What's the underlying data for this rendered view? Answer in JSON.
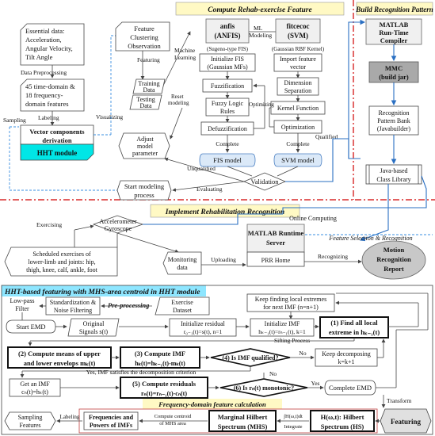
{
  "sections": {
    "compute": "Compute Rehab-exercise Feature",
    "build": "Build Recognition Pattern",
    "implement": "Implement Rehabilitation Recognition",
    "hht_title": "HHT-based featuring with MHS-area centroid in HHT module",
    "freq_calc": "Frequency-domain feature calculation"
  },
  "top": {
    "essential": [
      "Essential data:",
      "Acceleration,",
      "Angular Velocity,",
      "Tilt Angle"
    ],
    "data_preprocessing": "Data Preprocessing",
    "features45": [
      "45 time-domain &",
      "18 frequency-",
      "domain features"
    ],
    "labeling": "Labeling",
    "vector": [
      "Vector components",
      "derivation"
    ],
    "hht_module": "HHT module",
    "sampling": "Sampling",
    "visualizing": "Visualizing",
    "feature_clustering": [
      "Feature",
      "Clustering",
      "Observation"
    ],
    "featuring": "Featuring",
    "machine_learning": [
      "Machine",
      "Learning"
    ],
    "training": [
      "Training",
      "Data"
    ],
    "testing": [
      "Testing",
      "Data"
    ],
    "reset": [
      "Reset",
      "modeling"
    ],
    "adjust": [
      "Adjust",
      "model",
      "parameter"
    ],
    "start_modeling": [
      "Start modeling",
      "process"
    ],
    "unqualified": "Unqualified",
    "evaluating": "Evaluating",
    "anfis": [
      "anfis",
      "(ANFIS)"
    ],
    "ml_modeling": [
      "ML",
      "Modeling"
    ],
    "fitcecoc": [
      "fitcecoc",
      "(SVM)"
    ],
    "sugeno": "(Sugeno-type FIS)",
    "gaussian_rbf": "(Gaussian RBF Kernel)",
    "init_fis": [
      "Initialize FIS",
      "(Gaussian MFs)"
    ],
    "import_fv": [
      "Import feature",
      "vector"
    ],
    "fuzzification": "Fuzzification",
    "dimension": [
      "Dimension",
      "Separation"
    ],
    "fuzzy_rules": [
      "Fuzzy Logic",
      "Rules"
    ],
    "kernel": "Kernel Function",
    "optimizing": "Optimizing",
    "defuzz": "Defuzzification",
    "optimization": "Optimization",
    "complete": "Complete",
    "fis_model": "FIS model",
    "svm_model": "SVM model",
    "validation": "Validation",
    "qualified": "Qualified",
    "matlab_compiler": [
      "MATLAB",
      "Run-Time",
      "Compiler"
    ],
    "mmc": [
      "MMC",
      "(build jar)"
    ],
    "pattern_bank": [
      "Recognition",
      "Pattern Bank",
      "(Javabuilder)"
    ],
    "java_lib": [
      "Java-based",
      "Class Library"
    ]
  },
  "mid": {
    "exercising": "Exercising",
    "accel": [
      "Accelerometer",
      "Gyroscope"
    ],
    "online": "Online Computing",
    "feat_sel": "Feature Selection & Recognition",
    "matlab_server": [
      "MATLAB Runtime",
      "Server"
    ],
    "prr_home": "PRR Home",
    "scheduled": [
      "Scheduled exercises of",
      "lower-limb and joints: hip,",
      "thigh, knee, calf, ankle, foot"
    ],
    "monitoring": [
      "Monitoring",
      "data"
    ],
    "uploading": "Uploading",
    "recognizing": "Recognizing",
    "motion_report": [
      "Motion",
      "Recognition",
      "Report"
    ]
  },
  "hht": {
    "lowpass": [
      "Low-pass",
      "Filter"
    ],
    "std_noise": [
      "Standardization &",
      "Noise Filtering"
    ],
    "pre": "Pre-processing",
    "exercise_ds": [
      "Exercise",
      "Dataset"
    ],
    "keep_find": [
      "Keep finding local extremes",
      "for next IMF (n=n+1)"
    ],
    "start_emd": "Start EMD",
    "orig_signals": [
      "Original",
      "Signals s(t)"
    ],
    "init_res": [
      "Initialize residual",
      "r₀₋₁(t)=s(t), n=1"
    ],
    "init_imf": [
      "Initialize IMF",
      "hₖ₋₁(t)=rₙ₋₁(t), k=1"
    ],
    "find_all": [
      "(1) Find all local",
      "extreme in hₖ₋₁(t)"
    ],
    "sifting": "Sifting Process",
    "means": [
      "(2) Compute means of upper",
      "and lower envelops mₖ(t)"
    ],
    "compute_imf": [
      "(3) Compute IMF",
      "hₖ(t)=hₖ₋₁(t)-mₖ(t)"
    ],
    "is_imf": "(4) Is IMF qualified?",
    "no": "No",
    "keep_decomp": [
      "Keep decomposing",
      "k=k+1"
    ],
    "yes_imf": "Yes, IMF satisfies the decomposition criterion",
    "get_imf": [
      "Get an IMF",
      "cₙ(t)=hₖ(t)"
    ],
    "residuals": [
      "(5) Compute residuals",
      "rₙ(t)=rₙ₋₁(t)-cₙ(t)"
    ],
    "monotonic": "(6) Is rₙ(t) monotonic?",
    "yes": "Yes",
    "complete_emd": "Complete EMD",
    "transform": "Transform",
    "sampling_feat": [
      "Sampling",
      "Features"
    ],
    "labeling": "Labeling",
    "freq_powers": [
      "Frequencies and",
      "Powers of IMFs"
    ],
    "centroid": [
      "Compute centroid",
      "of MHS area"
    ],
    "mhs": [
      "Marginal Hilbert",
      "Spectrum (MHS)"
    ],
    "integrate": [
      "∫H(ω,t)dt",
      "Integrate"
    ],
    "hs": [
      "H(ω,t): Hilbert",
      "Spectrum (HS)"
    ],
    "featuring": "Featuring"
  }
}
